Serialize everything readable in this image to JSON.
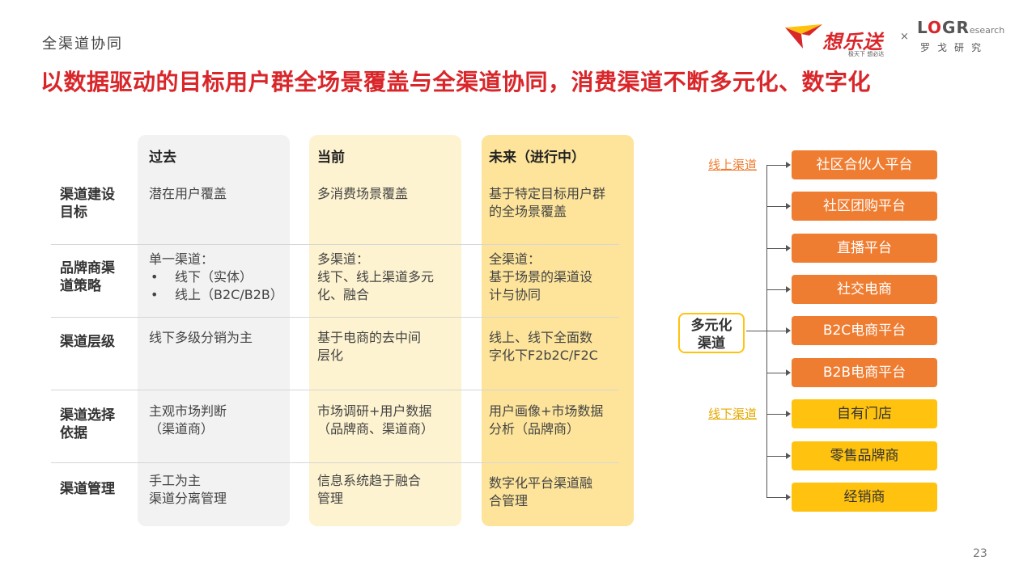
{
  "header": {
    "section": "全渠道协同",
    "headline": "以数据驱动的目标用户群全场景覆盖与全渠道协同，消费渠道不断多元化、数字化"
  },
  "logos": {
    "brand1_name": "想乐送",
    "brand1_slogan": "极天下 想必达",
    "cross": "×",
    "brand2_l": "L",
    "brand2_o": "O",
    "brand2_gr": "GR",
    "brand2_research": "esearch",
    "brand2_cn": "罗戈研究"
  },
  "table": {
    "columns": [
      "过去",
      "当前",
      "未来（进行中）"
    ],
    "rows": [
      {
        "label": [
          "渠道建设",
          "目标"
        ],
        "past": [
          "潜在用户覆盖"
        ],
        "now": [
          "多消费场景覆盖"
        ],
        "future": [
          "基于特定目标用户群",
          "的全场景覆盖"
        ]
      },
      {
        "label": [
          "品牌商渠",
          "道策略"
        ],
        "past_title": "单一渠道：",
        "past_bullets": [
          "线下（实体）",
          "线上（B2C/B2B）"
        ],
        "bullet_mark": "•",
        "now": [
          "多渠道：",
          "线下、线上渠道多元",
          "化、融合"
        ],
        "future": [
          "全渠道：",
          "基于场景的渠道设",
          "计与协同"
        ]
      },
      {
        "label": [
          "渠道层级"
        ],
        "past": [
          "线下多级分销为主"
        ],
        "now": [
          "基于电商的去中间",
          "层化"
        ],
        "future": [
          "线上、线下全面数",
          "字化下F2b2C/F2C"
        ]
      },
      {
        "label": [
          "渠道选择",
          "依据"
        ],
        "past": [
          "主观市场判断",
          "（渠道商）"
        ],
        "now": [
          "市场调研+用户数据",
          "（品牌商、渠道商）"
        ],
        "future": [
          "用户画像+市场数据",
          "分析（品牌商）"
        ]
      },
      {
        "label": [
          "渠道管理"
        ],
        "past": [
          "手工为主",
          "渠道分离管理"
        ],
        "now": [
          "信息系统趋于融合",
          "管理"
        ],
        "future": [
          "数字化平台渠道融",
          "合管理"
        ]
      }
    ]
  },
  "diagram": {
    "core": [
      "多元化",
      "渠道"
    ],
    "online_label": "线上渠道",
    "offline_label": "线下渠道",
    "online_channels": [
      "社区合伙人平台",
      "社区团购平台",
      "直播平台",
      "社交电商",
      "B2C电商平台",
      "B2B电商平台"
    ],
    "offline_channels": [
      "自有门店",
      "零售品牌商",
      "经销商"
    ],
    "colors": {
      "online": "#ef7d31",
      "offline": "#ffc20e",
      "accent": "#d9262a"
    }
  },
  "page_number": "23"
}
